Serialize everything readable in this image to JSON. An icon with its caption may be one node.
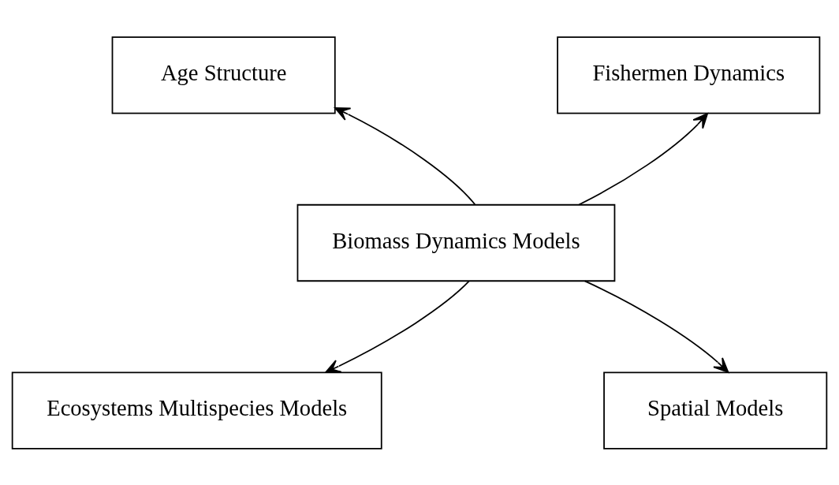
{
  "diagram": {
    "nodes": [
      {
        "text": [
          "Age Structure"
        ]
      },
      {
        "text": [
          "Fishermen Dynamics"
        ]
      },
      {
        "text": [
          "Biomass Dynamics Models"
        ]
      },
      {
        "text": [
          "Ecosystems Multispecies Models"
        ]
      },
      {
        "text": [
          "Spatial Models"
        ]
      }
    ],
    "edges": [
      {
        "from": 2,
        "to": 0,
        "arrow": "to"
      },
      {
        "from": 2,
        "to": 1,
        "arrow": "to"
      },
      {
        "from": 2,
        "to": 3,
        "arrow": "to"
      },
      {
        "from": 2,
        "to": 4,
        "arrow": "to"
      }
    ]
  }
}
